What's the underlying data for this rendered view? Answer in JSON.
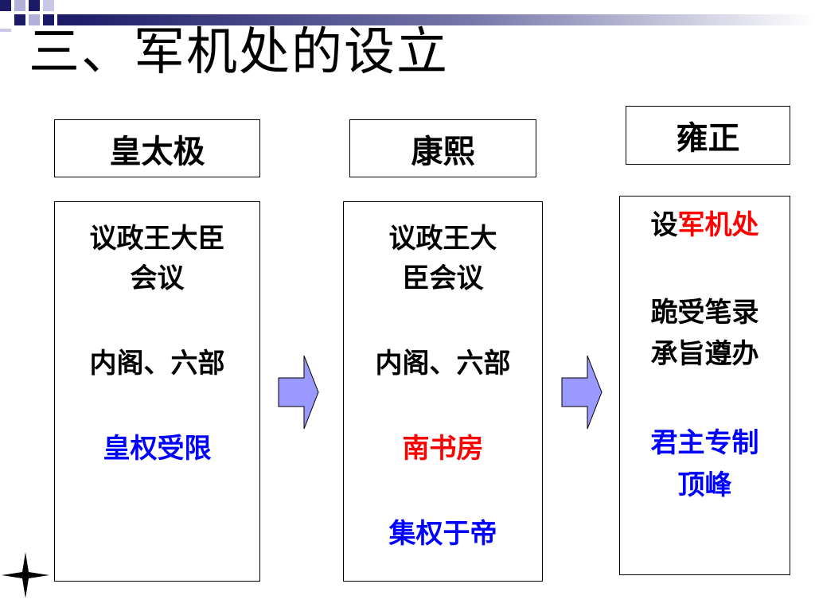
{
  "slide": {
    "title": "三、军机处的设立"
  },
  "columns": [
    {
      "header": "皇太极",
      "lines": [
        {
          "text": "议政王大臣",
          "color": "black"
        },
        {
          "text": "会议",
          "color": "black"
        },
        {
          "text": "内阁、六部",
          "color": "black"
        },
        {
          "text": "皇权受限",
          "color": "blue"
        }
      ]
    },
    {
      "header": "康熙",
      "lines": [
        {
          "text": "议政王大",
          "color": "black"
        },
        {
          "text": "臣会议",
          "color": "black"
        },
        {
          "text": "内阁、六部",
          "color": "black"
        },
        {
          "text": "南书房",
          "color": "red"
        },
        {
          "text": "集权于帝",
          "color": "blue"
        }
      ]
    },
    {
      "header": "雍正",
      "lines": [
        {
          "prefix": "设",
          "emphasis": "军机处"
        },
        {
          "text": "跪受笔录",
          "color": "black"
        },
        {
          "text": "承旨遵办",
          "color": "black"
        },
        {
          "text": "君主专制",
          "color": "blue"
        },
        {
          "text": "顶峰",
          "color": "blue"
        }
      ]
    }
  ],
  "colors": {
    "black": "#000000",
    "red": "#ff0000",
    "blue": "#0000ff",
    "arrow_fill": "#9999ff",
    "deco_navy": "#1a1a66"
  },
  "icons": {
    "arrow": "right-arrow-icon",
    "star": "four-point-star-icon"
  }
}
